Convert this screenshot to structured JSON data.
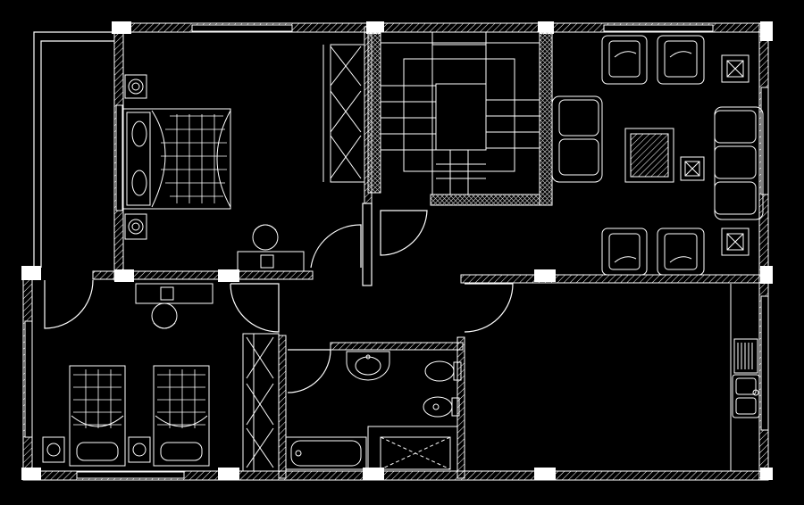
{
  "drawing": {
    "background": "#000000",
    "line_color": "#ffffff",
    "hatch_color": "#ffffff",
    "stair_fill": "#c8c8c8"
  },
  "rooms": [
    {
      "id": "master-bedroom",
      "furniture": [
        "double-bed",
        "nightstand-lamp",
        "nightstand-lamp",
        "wardrobe",
        "desk",
        "chair"
      ]
    },
    {
      "id": "stair-hall",
      "furniture": [
        "stair-run"
      ]
    },
    {
      "id": "living-room",
      "furniture": [
        "armchair",
        "armchair",
        "armchair",
        "armchair",
        "sofa-2",
        "sofa-3",
        "coffee-table",
        "side-table",
        "side-table",
        "side-table"
      ]
    },
    {
      "id": "children-bedroom",
      "furniture": [
        "single-bed",
        "single-bed",
        "nightstand",
        "nightstand",
        "desk",
        "chair",
        "wardrobe"
      ]
    },
    {
      "id": "bathroom",
      "furniture": [
        "washbasin",
        "toilet",
        "bidet",
        "bathtub",
        "shower-tray"
      ]
    },
    {
      "id": "kitchen",
      "furniture": [
        "sink",
        "drainboard"
      ]
    }
  ]
}
